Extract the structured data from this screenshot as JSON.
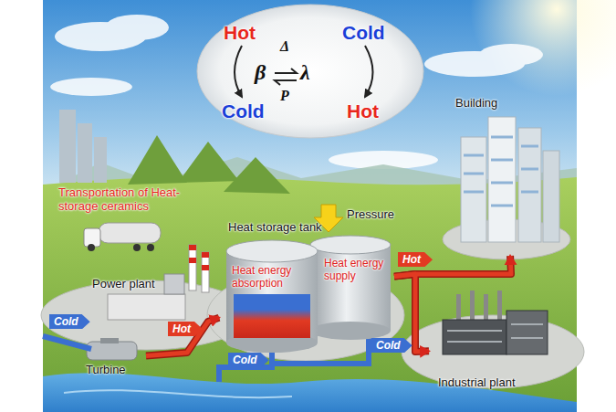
{
  "diagram": {
    "nodes": [
      {
        "text": [
          "Hot",
          "Cold",
          "β",
          "λ",
          "Δ",
          "P",
          "Cold",
          "Hot"
        ]
      },
      {
        "text": [
          "Building"
        ]
      },
      {
        "text": [
          "Heat storage tank",
          "Heat energy absorption",
          "Heat energy supply"
        ]
      },
      {
        "text": [
          "Power plant"
        ]
      },
      {
        "text": [
          "Turbine"
        ]
      },
      {
        "text": [
          "Industrial plant"
        ]
      }
    ],
    "edges": [
      {
        "from": 4,
        "to": 2,
        "label": "Hot",
        "arrow": "to"
      },
      {
        "from": 2,
        "to": 1,
        "label": "Hot",
        "arrow": "to"
      },
      {
        "from": 2,
        "to": 5,
        "arrow": "to"
      }
    ],
    "labels": [
      "Transportation of Heat-storage ceramics",
      "Pressure",
      "Cold",
      "Cold",
      "Cold"
    ]
  }
}
